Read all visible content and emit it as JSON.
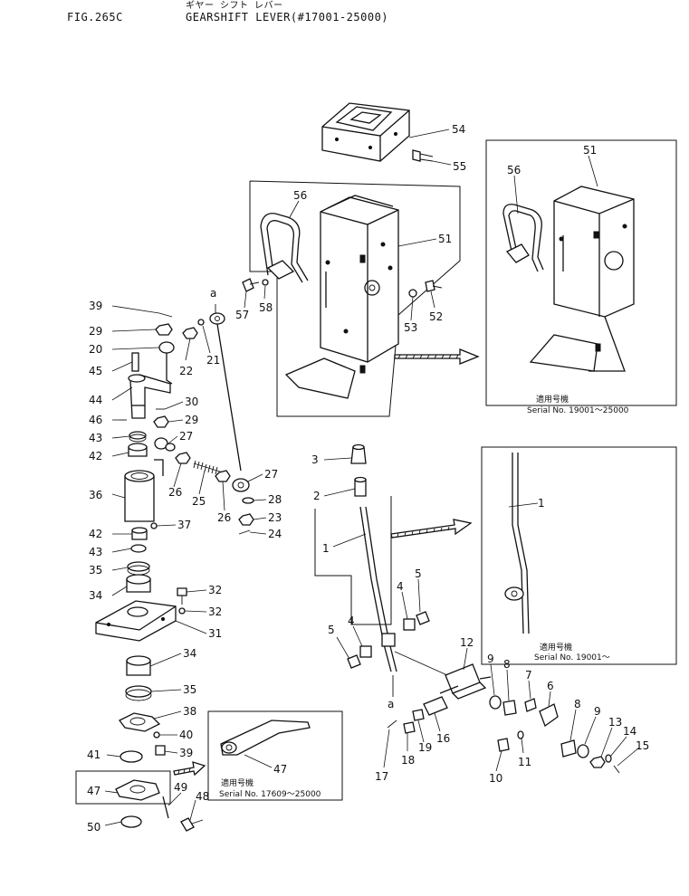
{
  "header": {
    "fig": "FIG.265C",
    "title_jp": "ギヤー シフト レバー",
    "title": "GEARSHIFT LEVER(#17001-25000)"
  },
  "insets": [
    {
      "caption_jp": "適用号機",
      "serial": "Serial No. 19001～25000"
    },
    {
      "caption_jp": "適用号機",
      "serial": "Serial No. 19001～"
    },
    {
      "caption_jp": "適用号機",
      "serial": "Serial No. 17609～25000"
    }
  ],
  "point_label": "a",
  "callouts": [
    {
      "id": "c54",
      "n": "54"
    },
    {
      "id": "c55",
      "n": "55"
    },
    {
      "id": "c56a",
      "n": "56"
    },
    {
      "id": "c51a",
      "n": "51"
    },
    {
      "id": "c57",
      "n": "57"
    },
    {
      "id": "c58",
      "n": "58"
    },
    {
      "id": "c53",
      "n": "53"
    },
    {
      "id": "c52",
      "n": "52"
    },
    {
      "id": "c56b",
      "n": "56"
    },
    {
      "id": "c51b",
      "n": "51"
    },
    {
      "id": "c39a",
      "n": "39"
    },
    {
      "id": "c29a",
      "n": "29"
    },
    {
      "id": "c20",
      "n": "20"
    },
    {
      "id": "c45",
      "n": "45"
    },
    {
      "id": "c44",
      "n": "44"
    },
    {
      "id": "c46",
      "n": "46"
    },
    {
      "id": "c43a",
      "n": "43"
    },
    {
      "id": "c42a",
      "n": "42"
    },
    {
      "id": "c36",
      "n": "36"
    },
    {
      "id": "c42b",
      "n": "42"
    },
    {
      "id": "c43b",
      "n": "43"
    },
    {
      "id": "c35a",
      "n": "35"
    },
    {
      "id": "c34a",
      "n": "34"
    },
    {
      "id": "c22",
      "n": "22"
    },
    {
      "id": "c21",
      "n": "21"
    },
    {
      "id": "c30",
      "n": "30"
    },
    {
      "id": "c29b",
      "n": "29"
    },
    {
      "id": "c27a",
      "n": "27"
    },
    {
      "id": "c26a",
      "n": "26"
    },
    {
      "id": "c25",
      "n": "25"
    },
    {
      "id": "c26b",
      "n": "26"
    },
    {
      "id": "c27b",
      "n": "27"
    },
    {
      "id": "c28",
      "n": "28"
    },
    {
      "id": "c23",
      "n": "23"
    },
    {
      "id": "c24",
      "n": "24"
    },
    {
      "id": "c37",
      "n": "37"
    },
    {
      "id": "c32a",
      "n": "32"
    },
    {
      "id": "c32b",
      "n": "32"
    },
    {
      "id": "c31",
      "n": "31"
    },
    {
      "id": "c34b",
      "n": "34"
    },
    {
      "id": "c35b",
      "n": "35"
    },
    {
      "id": "c38",
      "n": "38"
    },
    {
      "id": "c40",
      "n": "40"
    },
    {
      "id": "c39b",
      "n": "39"
    },
    {
      "id": "c41",
      "n": "41"
    },
    {
      "id": "c47a",
      "n": "47"
    },
    {
      "id": "c49",
      "n": "49"
    },
    {
      "id": "c48",
      "n": "48"
    },
    {
      "id": "c50",
      "n": "50"
    },
    {
      "id": "c47b",
      "n": "47"
    },
    {
      "id": "c3",
      "n": "3"
    },
    {
      "id": "c2",
      "n": "2"
    },
    {
      "id": "c1a",
      "n": "1"
    },
    {
      "id": "c1b",
      "n": "1"
    },
    {
      "id": "c5a",
      "n": "5"
    },
    {
      "id": "c4a",
      "n": "4"
    },
    {
      "id": "c5b",
      "n": "5"
    },
    {
      "id": "c4b",
      "n": "4"
    },
    {
      "id": "c12",
      "n": "12"
    },
    {
      "id": "c9a",
      "n": "9"
    },
    {
      "id": "c8a",
      "n": "8"
    },
    {
      "id": "c7",
      "n": "7"
    },
    {
      "id": "c6",
      "n": "6"
    },
    {
      "id": "c8b",
      "n": "8"
    },
    {
      "id": "c9b",
      "n": "9"
    },
    {
      "id": "c13",
      "n": "13"
    },
    {
      "id": "c14",
      "n": "14"
    },
    {
      "id": "c15",
      "n": "15"
    },
    {
      "id": "c16",
      "n": "16"
    },
    {
      "id": "c19",
      "n": "19"
    },
    {
      "id": "c18",
      "n": "18"
    },
    {
      "id": "c17",
      "n": "17"
    },
    {
      "id": "c10",
      "n": "10"
    },
    {
      "id": "c11",
      "n": "11"
    }
  ]
}
